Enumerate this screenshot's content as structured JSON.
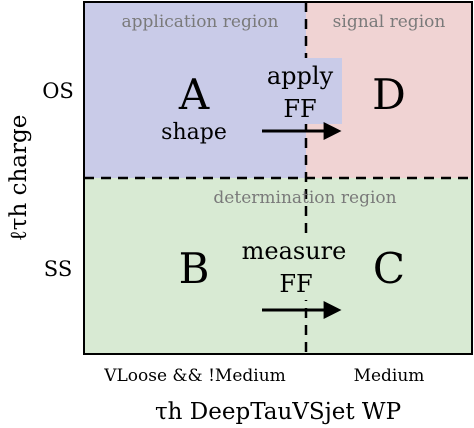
{
  "regions": {
    "application": {
      "label": "application region",
      "color": "#c9cbe8"
    },
    "signal": {
      "label": "signal region",
      "color": "#f0d3d3"
    },
    "determination": {
      "label": "determination region",
      "color": "#d8ead3"
    }
  },
  "cells": {
    "A": {
      "letter": "A",
      "text": "shape"
    },
    "D": {
      "letter": "D"
    },
    "B": {
      "letter": "B"
    },
    "C": {
      "letter": "C"
    },
    "apply": {
      "line1": "apply",
      "line2": "FF"
    },
    "measure": {
      "line1": "measure",
      "line2": "FF"
    }
  },
  "axes": {
    "y_title": "ℓτh charge",
    "y_ticks": [
      "OS",
      "SS"
    ],
    "x_title": "τh DeepTauVSjet WP",
    "x_ticks": [
      "VLoose && !Medium",
      "Medium"
    ]
  }
}
